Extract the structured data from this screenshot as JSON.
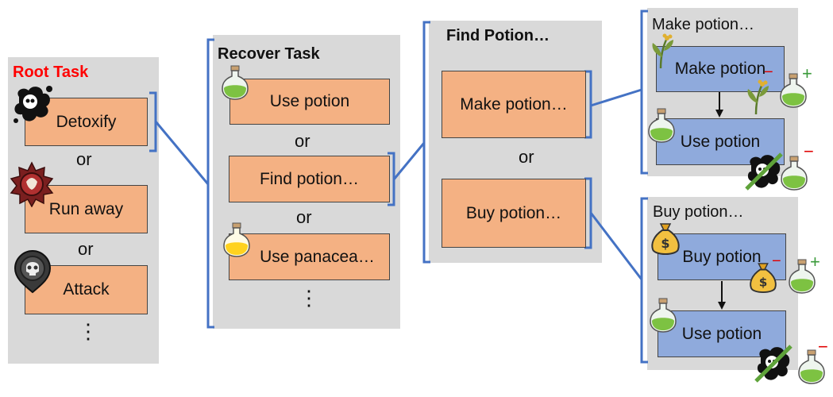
{
  "root": {
    "title": "Root Task",
    "items": [
      "Detoxify",
      "Run away",
      "Attack"
    ],
    "or": "or",
    "more": "⋮"
  },
  "recover": {
    "title": "Recover Task",
    "items": [
      "Use potion",
      "Find potion…",
      "Use panacea…"
    ],
    "or": "or",
    "more": "⋮"
  },
  "find": {
    "title": "Find Potion…",
    "items": [
      "Make potion…",
      "Buy potion…"
    ],
    "or": "or"
  },
  "make": {
    "title": "Make potion…",
    "items": [
      "Make potion",
      "Use potion"
    ]
  },
  "buy": {
    "title": "Buy potion…",
    "items": [
      "Buy potion",
      "Use potion"
    ]
  },
  "signs": {
    "minus": "−",
    "plus": "+"
  },
  "colors": {
    "task_box": "#f4b183",
    "action_box": "#8faadc",
    "panel": "#d9d9d9",
    "connector": "#4472c4",
    "root_title": "#ff0000"
  }
}
